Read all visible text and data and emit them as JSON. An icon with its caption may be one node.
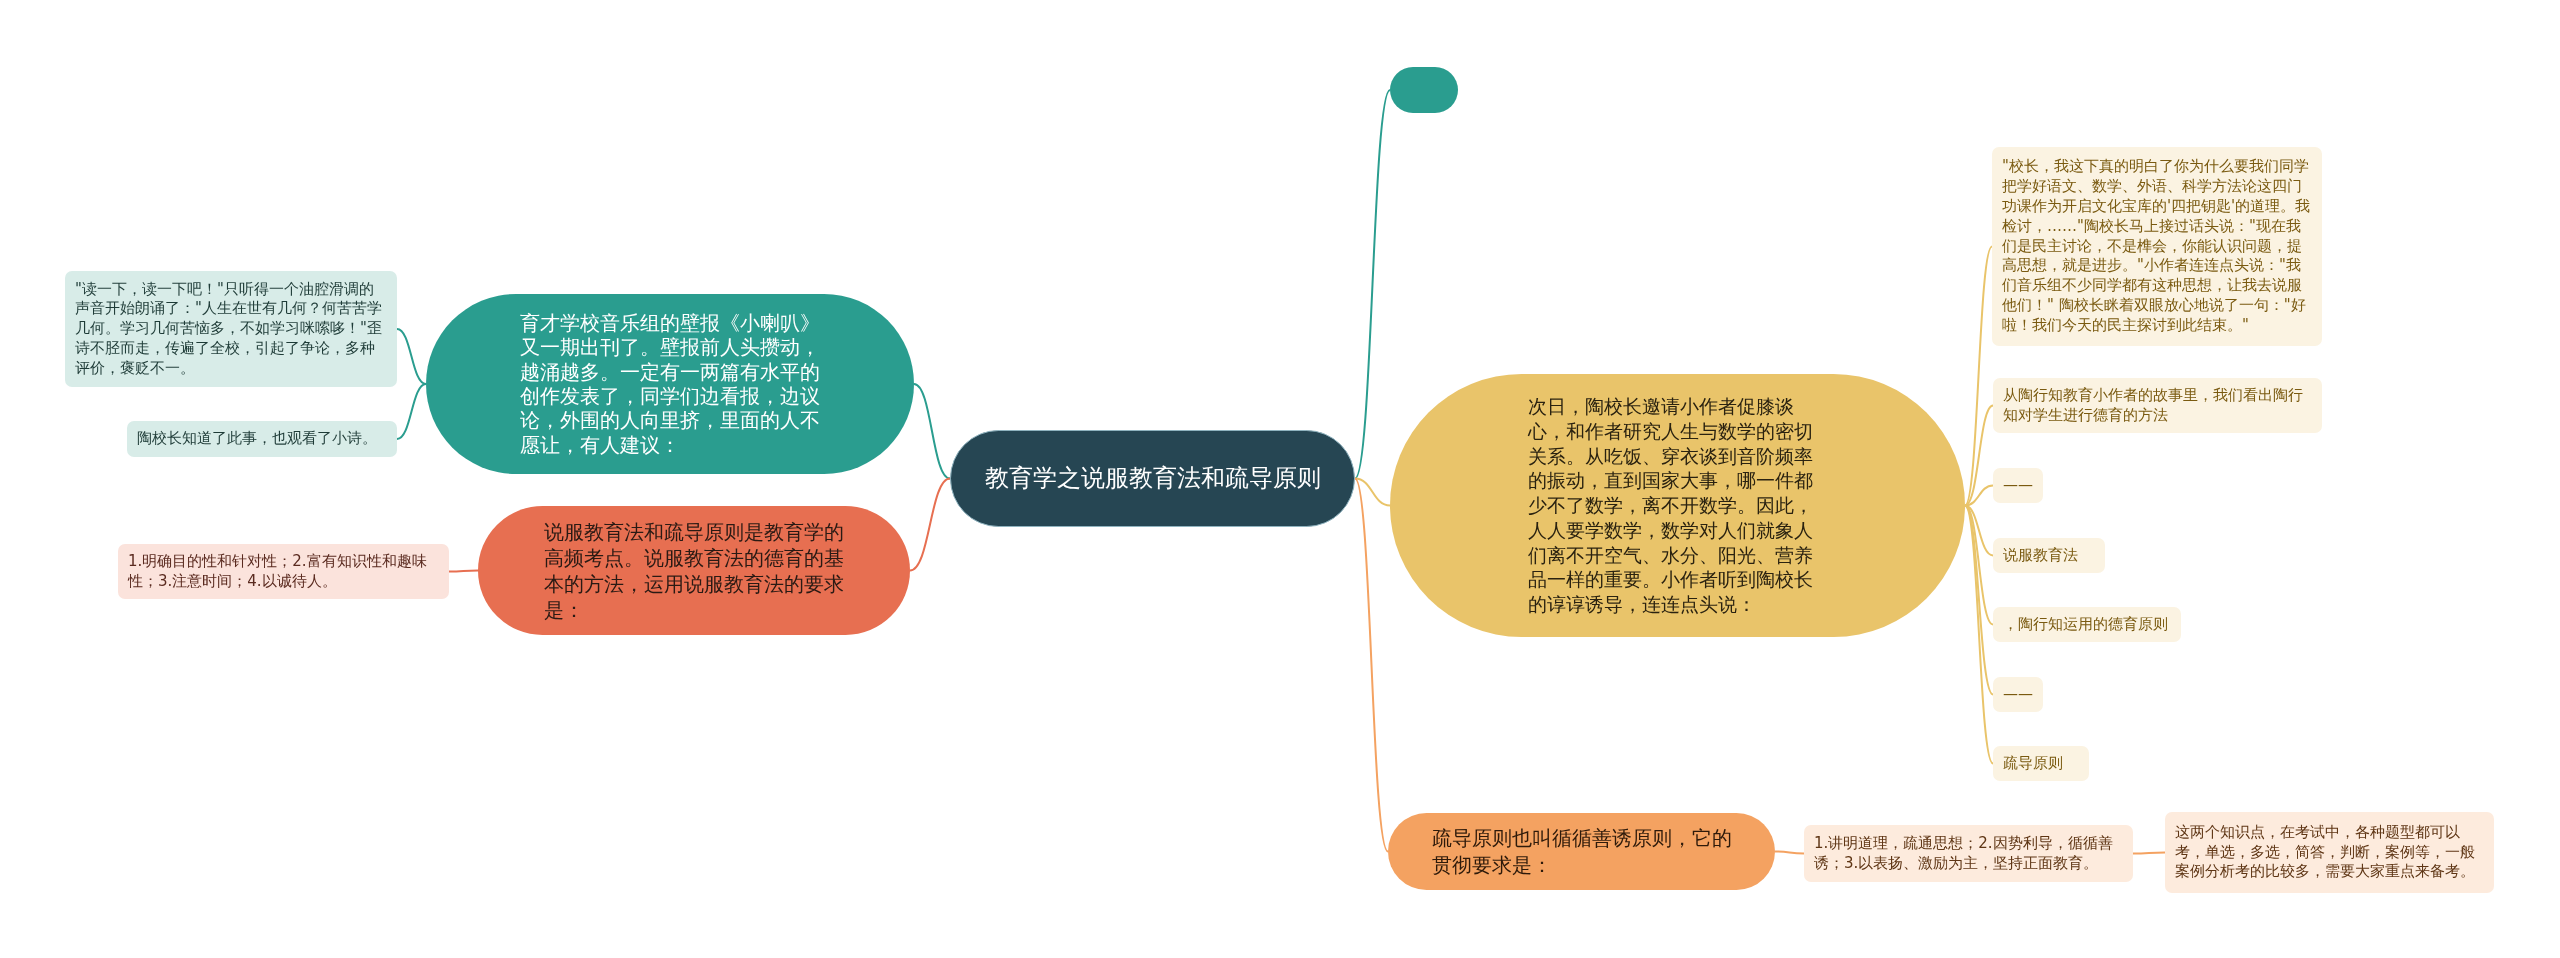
{
  "diagram": {
    "nodes": [
      {
        "text": [
          "教育学之说服教育法和疏导原则"
        ]
      },
      {
        "text": [],
        "shape": "box"
      },
      {
        "text": [
          "育才学校音乐组的壁报《小喇叭》又一期出刊了。壁报前人头攒动，越涌越多。一定有一两篇有水平的创作发表了，同学们边看报，边议论，外围的人向里挤，里面的人不愿让，有人建议："
        ]
      },
      {
        "text": [
          "\"读一下，读一下吧！\"只听得一个油腔滑调的声音开始朗诵了：\"人生在世有几何？何苦苦学几何。学习几何苦恼多，不如学习咪嗦哆！\"歪诗不胫而走，传遍了全校，引起了争论，多种评价，褒贬不一。"
        ]
      },
      {
        "text": [
          "陶校长知道了此事，也观看了小诗。"
        ]
      },
      {
        "text": [
          "说服教育法和疏导原则是教育学的高频考点。说服教育法的德育的基本的方法，运用说服教育法的要求是："
        ]
      },
      {
        "text": [
          "1.明确目的性和针对性；2.富有知识性和趣味性；3.注意时间；4.以诚待人。"
        ]
      },
      {
        "text": [
          "次日，陶校长邀请小作者促膝谈心，和作者研究人生与数学的密切关系。从吃饭、穿衣谈到音阶频率的振动，直到国家大事，哪一件都少不了数学，离不开数学。因此，人人要学数学，数学对人们就象人们离不开空气、水分、阳光、营养品一样的重要。小作者听到陶校长的谆谆诱导，连连点头说："
        ]
      },
      {
        "text": [
          "\"校长，我这下真的明白了你为什么要我们同学把学好语文、数学、外语、科学方法论这四门功课作为开启文化宝库的'四把钥匙'的道理。我检讨，……\"陶校长马上接过话头说：\"现在我们是民主讨论，不是榫会，你能认识问题，提高思想，就是进步。\"小作者连连点头说：\"我们音乐组不少同学都有这种思想，让我去说服他们！\" 陶校长眯着双眼放心地说了一句：\"好啦！我们今天的民主探讨到此结束。\""
        ]
      },
      {
        "text": [
          "从陶行知教育小作者的故事里，我们看出陶行知对学生进行德育的方法"
        ]
      },
      {
        "text": [
          "——"
        ]
      },
      {
        "text": [
          "说服教育法"
        ]
      },
      {
        "text": [
          "，陶行知运用的德育原则"
        ]
      },
      {
        "text": [
          "——"
        ]
      },
      {
        "text": [
          "疏导原则"
        ]
      },
      {
        "text": [
          "疏导原则也叫循循善诱原则，它的贯彻要求是："
        ]
      },
      {
        "text": [
          "1.讲明道理，疏通思想；2.因势利导，循循善诱；3.以表扬、激励为主，坚持正面教育。"
        ]
      },
      {
        "text": [
          "这两个知识点，在考试中，各种题型都可以考，单选，多选，简答，判断，案例等，一般案例分析考的比较多，需要大家重点来备考。"
        ]
      }
    ],
    "edges": [
      {
        "from": 0,
        "to": 1,
        "arrow": "none",
        "color": "#2a9d8f"
      },
      {
        "from": 0,
        "to": 2,
        "arrow": "none",
        "color": "#2a9d8f"
      },
      {
        "from": 2,
        "to": 3,
        "arrow": "none",
        "color": "#2a9d8f"
      },
      {
        "from": 2,
        "to": 4,
        "arrow": "none",
        "color": "#2a9d8f"
      },
      {
        "from": 0,
        "to": 5,
        "arrow": "none",
        "color": "#e76f51"
      },
      {
        "from": 5,
        "to": 6,
        "arrow": "none",
        "color": "#e76f51"
      },
      {
        "from": 0,
        "to": 7,
        "arrow": "none"
      },
      {
        "from": 7,
        "to": 8,
        "arrow": "none"
      },
      {
        "from": 7,
        "to": 9,
        "arrow": "none"
      },
      {
        "from": 7,
        "to": 10,
        "arrow": "none"
      },
      {
        "from": 7,
        "to": 11,
        "arrow": "none"
      },
      {
        "from": 7,
        "to": 12,
        "arrow": "none"
      },
      {
        "from": 7,
        "to": 13,
        "arrow": "none"
      },
      {
        "from": 7,
        "to": 14,
        "arrow": "none"
      },
      {
        "from": 0,
        "to": 15,
        "arrow": "none",
        "color": "#f4a261"
      },
      {
        "from": 15,
        "to": 16,
        "arrow": "none",
        "color": "#f4a261"
      },
      {
        "from": 16,
        "to": 17,
        "arrow": "none",
        "color": "#f4a261"
      }
    ]
  }
}
